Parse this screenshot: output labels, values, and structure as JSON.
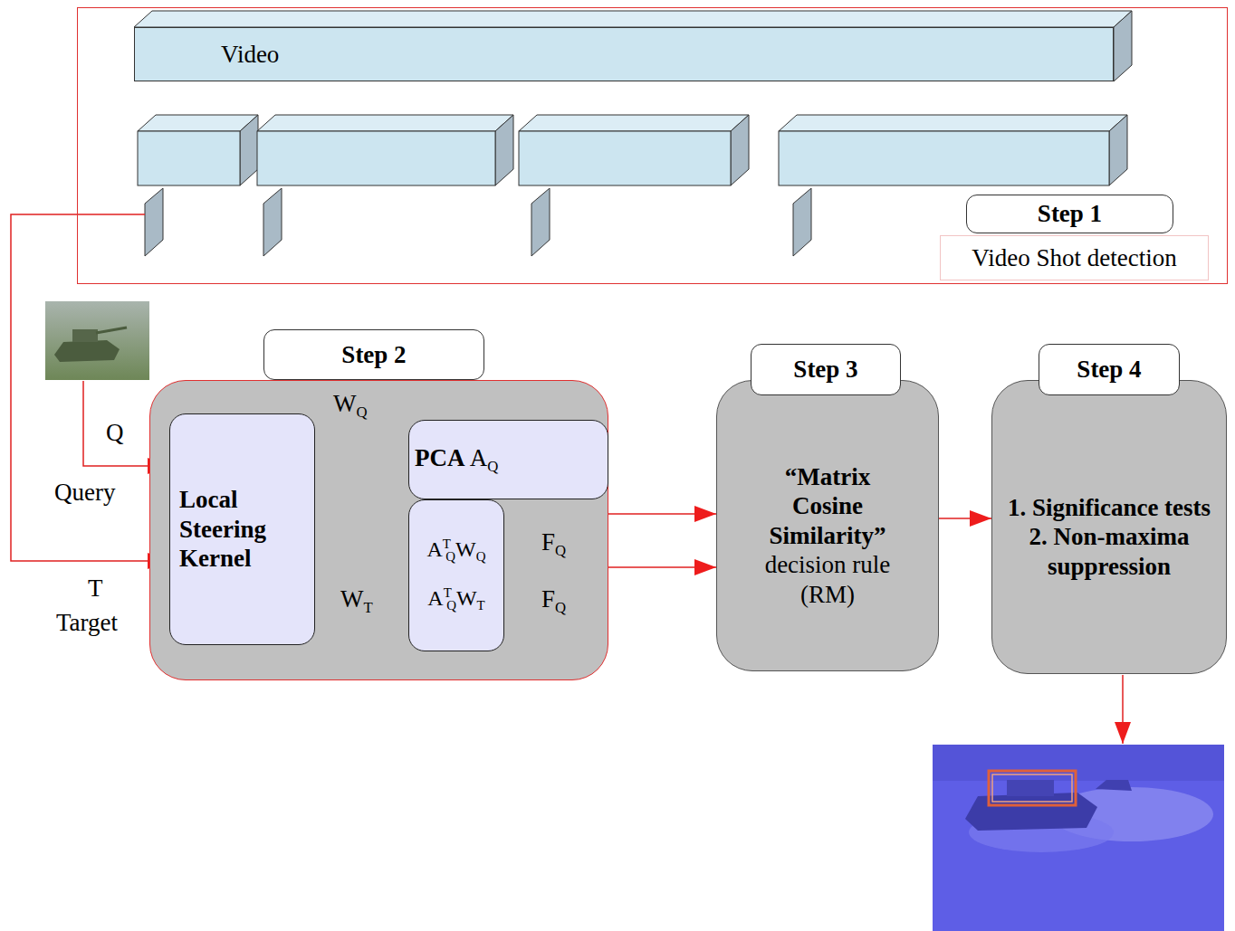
{
  "diagram": {
    "nodes": [
      {
        "text": [
          "Step 1",
          "Video Shot detection"
        ]
      },
      {
        "text": [
          "Video"
        ],
        "in": 0
      },
      {
        "text": [
          "Step 2"
        ]
      },
      {
        "text": [
          "Local Steering Kernel"
        ],
        "in": 2
      },
      {
        "text": [
          "PCA AQ"
        ],
        "in": 2
      },
      {
        "text": [
          "ATQWQ",
          "ATQWT"
        ],
        "in": 2
      },
      {
        "text": [
          "Step 3",
          "“Matrix Cosine Similarity”",
          "decision rule (RM)"
        ]
      },
      {
        "text": [
          "Step 4",
          "1. Significance tests",
          "2. Non-maxima suppression"
        ]
      }
    ],
    "edges": [
      {
        "from": 0,
        "to": 3,
        "arrow": "to"
      },
      {
        "from": 3,
        "to": 4,
        "label": "WQ",
        "arrow": "to"
      },
      {
        "from": 3,
        "to": 5,
        "arrow": "to"
      },
      {
        "from": 3,
        "to": 5,
        "label": "WT",
        "arrow": "to"
      },
      {
        "from": 5,
        "to": 6,
        "label": "FQ",
        "arrow": "to"
      },
      {
        "from": 5,
        "to": 6,
        "label": "FQ",
        "arrow": "to"
      },
      {
        "from": 6,
        "to": 7,
        "arrow": "to"
      }
    ],
    "labels": [
      "Q",
      "Query",
      "T",
      "Target"
    ]
  }
}
